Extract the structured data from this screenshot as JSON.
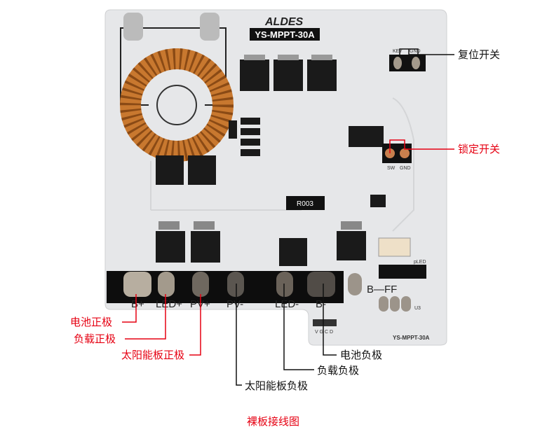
{
  "board": {
    "brand": "ALDES",
    "model": "YS-MPPT-30A",
    "model_small": "YS-MPPT-30A",
    "resistor_code": "R003",
    "pads": [
      "B+",
      "LED+",
      "PV+",
      "PV-",
      "LED-",
      "B-"
    ],
    "bff": "B—FF",
    "key": "KEY",
    "gnd": "GND",
    "sw": "SW",
    "lock_gnd": "GND",
    "pled": "pLED",
    "prg": "V G C D",
    "u3": "U3"
  },
  "callouts": {
    "reset_switch": "复位开关",
    "lock_switch": "锁定开关",
    "battery_pos": "电池正极",
    "load_pos": "负载正极",
    "solar_pos": "太阳能板正极",
    "battery_neg": "电池负极",
    "load_neg": "负载负极",
    "solar_neg": "太阳能板负极"
  },
  "caption": "裸板接线图",
  "colors": {
    "red": "#e60012",
    "board": "#e6e7e9",
    "black": "#111111",
    "copper": "#c8782f"
  }
}
